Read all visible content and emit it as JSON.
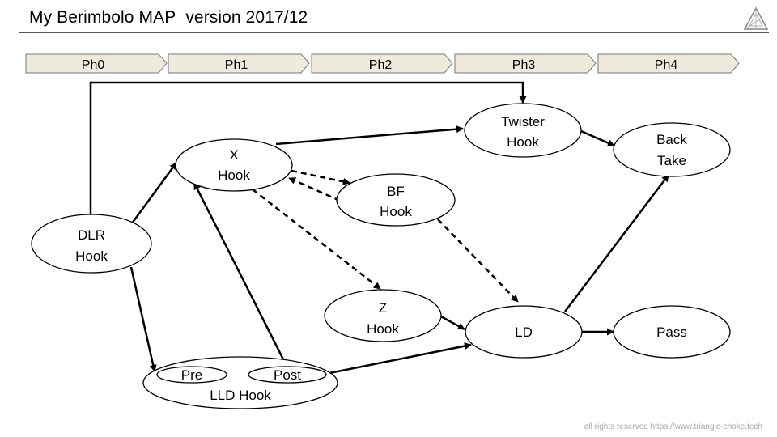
{
  "header": {
    "title": "My Berimbolo MAP",
    "version": "version 2017/12"
  },
  "phases": [
    "Ph0",
    "Ph1",
    "Ph2",
    "Ph3",
    "Ph4"
  ],
  "nodes": {
    "dlr": [
      "DLR",
      "Hook"
    ],
    "x": [
      "X",
      "Hook"
    ],
    "twister": [
      "Twister",
      "Hook"
    ],
    "back": [
      "Back",
      "Take"
    ],
    "bf": [
      "BF",
      "Hook"
    ],
    "z": [
      "Z",
      "Hook"
    ],
    "ld": [
      "LD"
    ],
    "pass": [
      "Pass"
    ],
    "pre": [
      "Pre"
    ],
    "post": [
      "Post"
    ],
    "lld": [
      "LLD Hook"
    ]
  },
  "footer": "all rights reserved https://www.triangle-choke.tech"
}
